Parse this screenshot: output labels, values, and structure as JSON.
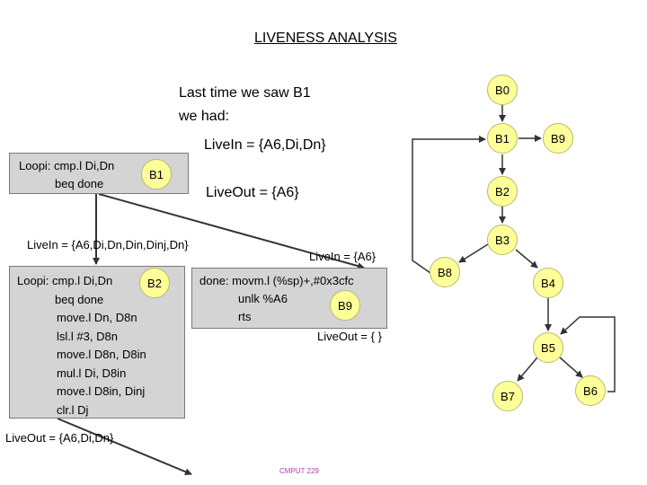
{
  "title": "LIVENESS ANALYSIS",
  "intro": {
    "line1": "Last time we saw B1",
    "line2": "we had:",
    "livein": "LiveIn = {A6,Di,Dn}",
    "liveout": "LiveOut = {A6}"
  },
  "box_b1": {
    "lines": [
      "Loopi: cmp.l Di,Dn",
      "beq done"
    ],
    "node": "B1"
  },
  "box_b2": {
    "livein": "LiveIn = {A6,Di,Dn,Din,Dinj,Dn}",
    "lines": [
      "Loopi: cmp.l Di,Dn",
      "beq done",
      "move.l Dn, D8n",
      "lsl.l #3, D8n",
      "move.l D8n, D8in",
      "mul.l  Di, D8in",
      "move.l D8in, Dinj",
      "clr.l Dj"
    ],
    "node": "B2",
    "liveout": "LiveOut = {A6,Di,Dn}"
  },
  "box_b9": {
    "livein": "LiveIn = {A6}",
    "lines": [
      "done:  movm.l (%sp)+,#0x3cfc",
      "unlk %A6",
      "rts"
    ],
    "node": "B9",
    "liveout": "LiveOut = { }"
  },
  "graph": {
    "nodes": [
      {
        "id": "B0",
        "label": "B0"
      },
      {
        "id": "B1",
        "label": "B1"
      },
      {
        "id": "B9",
        "label": "B9"
      },
      {
        "id": "B2",
        "label": "B2"
      },
      {
        "id": "B3",
        "label": "B3"
      },
      {
        "id": "B8",
        "label": "B8"
      },
      {
        "id": "B4",
        "label": "B4"
      },
      {
        "id": "B5",
        "label": "B5"
      },
      {
        "id": "B7",
        "label": "B7"
      },
      {
        "id": "B6",
        "label": "B6"
      }
    ]
  },
  "footer": "CMPUT 229"
}
